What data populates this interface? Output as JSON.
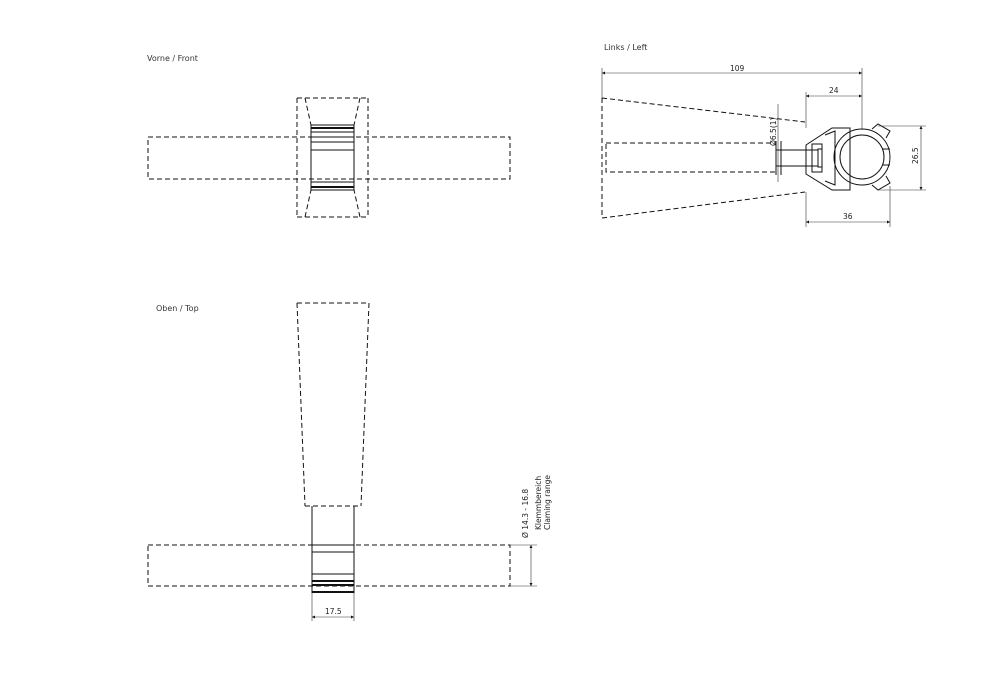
{
  "views": {
    "front": {
      "label": "Vorne  /  Front"
    },
    "left": {
      "label": "Links  /  Left"
    },
    "top": {
      "label": "Oben  /  Top"
    }
  },
  "dimensions": {
    "overall_length": "109",
    "clamp_offset": "24",
    "pin_diameter": "Ø6.5(1)",
    "height": "26.5",
    "depth": "36",
    "width": "17.5",
    "clamping_range": "Ø 14.3 - 16.8",
    "clamping_de": "Klemmbereich",
    "clamping_en": "Claming range"
  },
  "colors": {
    "line": "#111111",
    "background": "#ffffff"
  }
}
